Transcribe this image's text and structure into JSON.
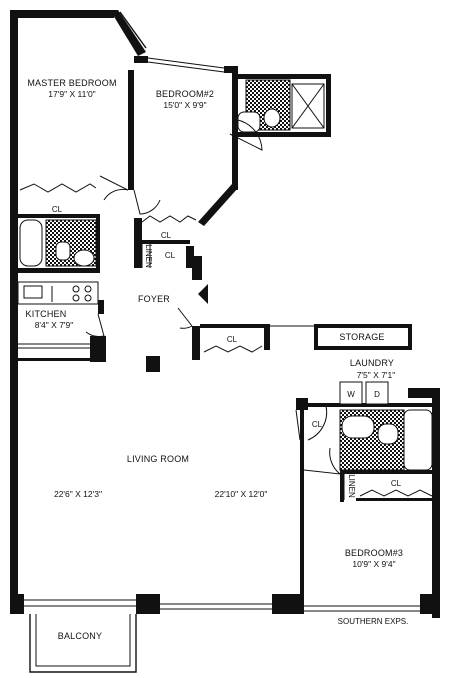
{
  "rooms": {
    "master_bedroom": {
      "name": "MASTER BEDROOM",
      "dim": "17'9\" X 11'0\""
    },
    "bedroom2": {
      "name": "BEDROOM#2",
      "dim": "15'0\" X 9'9\""
    },
    "kitchen": {
      "name": "KITCHEN",
      "dim": "8'4\" X 7'9\""
    },
    "foyer": {
      "name": "FOYER"
    },
    "living_room": {
      "name": "LIVING ROOM",
      "dim_left": "22'6\" X 12'3\"",
      "dim_right": "22'10\" X 12'0\""
    },
    "storage": {
      "name": "STORAGE"
    },
    "laundry": {
      "name": "LAUNDRY",
      "dim": "7'5\" X 7'1\""
    },
    "bedroom3": {
      "name": "BEDROOM#3",
      "dim": "10'9\" X 9'4\""
    },
    "balcony": {
      "name": "BALCONY"
    }
  },
  "closets": {
    "master": "CL",
    "hall_upper": "CL",
    "hall_lower": "CL",
    "living": "CL",
    "laundry_side": "CL",
    "bedroom3": "CL"
  },
  "linen": {
    "hall": "LINEN",
    "bedroom3": "LINEN"
  },
  "appliances": {
    "washer": "W",
    "dryer": "D"
  },
  "exposure_note": "SOUTHERN EXPS."
}
